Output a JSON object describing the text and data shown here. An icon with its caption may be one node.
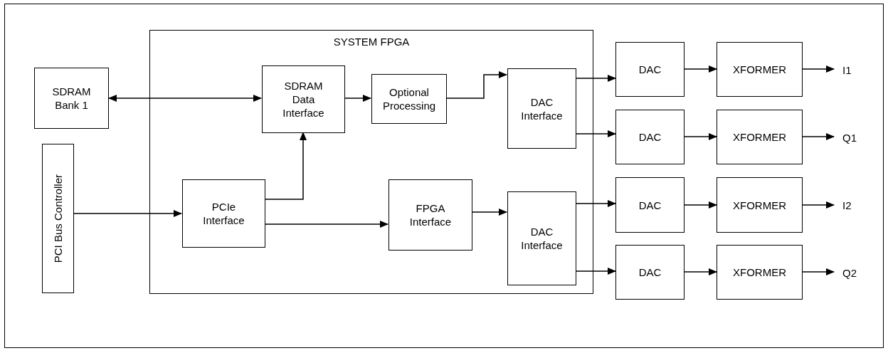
{
  "diagram": {
    "nodes": [
      {
        "text": [
          "SDRAM Bank 1"
        ]
      },
      {
        "text": [
          "PCI Bus Controller"
        ]
      },
      {
        "text": [
          "SYSTEM FPGA"
        ]
      },
      {
        "text": [
          "SDRAM Data Interface"
        ],
        "in": 2
      },
      {
        "text": [
          "Optional Processing"
        ],
        "in": 2
      },
      {
        "text": [
          "DAC Interface"
        ],
        "in": 2
      },
      {
        "text": [
          "PCIe Interface"
        ],
        "in": 2
      },
      {
        "text": [
          "FPGA Interface"
        ],
        "in": 2
      },
      {
        "text": [
          "DAC Interface"
        ],
        "in": 2
      },
      {
        "text": [
          "DAC"
        ]
      },
      {
        "text": [
          "XFORMER"
        ]
      },
      {
        "text": [
          "I1"
        ]
      },
      {
        "text": [
          "DAC"
        ]
      },
      {
        "text": [
          "XFORMER"
        ]
      },
      {
        "text": [
          "Q1"
        ]
      },
      {
        "text": [
          "DAC"
        ]
      },
      {
        "text": [
          "XFORMER"
        ]
      },
      {
        "text": [
          "I2"
        ]
      },
      {
        "text": [
          "DAC"
        ]
      },
      {
        "text": [
          "XFORMER"
        ]
      },
      {
        "text": [
          "Q2"
        ]
      }
    ],
    "edges": [
      {
        "from": 0,
        "to": 3,
        "arrow": "both"
      },
      {
        "from": 3,
        "to": 4,
        "arrow": "to"
      },
      {
        "from": 4,
        "to": 5,
        "arrow": "to"
      },
      {
        "from": 1,
        "to": 6,
        "arrow": "to"
      },
      {
        "from": 6,
        "to": 3,
        "arrow": "to"
      },
      {
        "from": 6,
        "to": 7,
        "arrow": "to"
      },
      {
        "from": 7,
        "to": 8,
        "arrow": "to"
      },
      {
        "from": 5,
        "to": 9,
        "arrow": "to"
      },
      {
        "from": 5,
        "to": 12,
        "arrow": "to"
      },
      {
        "from": 8,
        "to": 15,
        "arrow": "to"
      },
      {
        "from": 8,
        "to": 18,
        "arrow": "to"
      },
      {
        "from": 9,
        "to": 10,
        "arrow": "to"
      },
      {
        "from": 10,
        "to": 11,
        "arrow": "to"
      },
      {
        "from": 12,
        "to": 13,
        "arrow": "to"
      },
      {
        "from": 13,
        "to": 14,
        "arrow": "to"
      },
      {
        "from": 15,
        "to": 16,
        "arrow": "to"
      },
      {
        "from": 16,
        "to": 17,
        "arrow": "to"
      },
      {
        "from": 18,
        "to": 19,
        "arrow": "to"
      },
      {
        "from": 19,
        "to": 20,
        "arrow": "to"
      }
    ]
  }
}
